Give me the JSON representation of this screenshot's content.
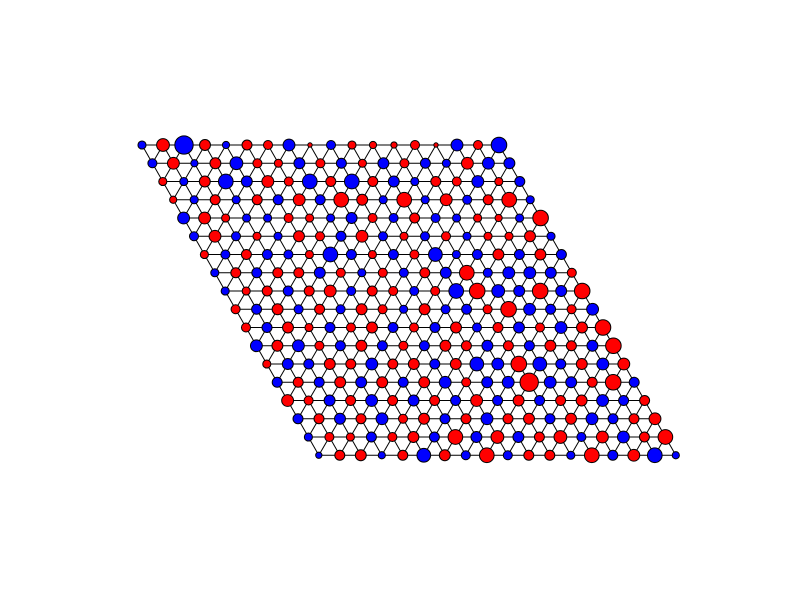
{
  "colors": {
    "background": "#ffffff",
    "positive": "#ff0000",
    "negative": "#0000ff",
    "bond": "#000000"
  },
  "lattice": {
    "kind": "triangular",
    "rows": 18,
    "cols": 18,
    "max_amplitude": 1.0,
    "amplitudes": [
      [
        -0.2,
        0.45,
        -0.75,
        0.35,
        -0.15,
        0.3,
        0.25,
        -0.4,
        0.0,
        -0.25,
        0.2,
        0.15,
        0.1,
        0.25,
        0.0,
        -0.4,
        0.25,
        -0.6
      ],
      [
        -0.25,
        0.4,
        -0.15,
        0.35,
        -0.45,
        0.25,
        0.2,
        -0.35,
        0.25,
        -0.3,
        0.2,
        -0.35,
        0.25,
        -0.3,
        -0.2,
        0.4,
        -0.4,
        -0.35
      ],
      [
        0.2,
        -0.2,
        0.35,
        -0.55,
        -0.35,
        0.4,
        0.25,
        -0.55,
        0.3,
        -0.55,
        0.3,
        -0.35,
        -0.2,
        0.3,
        0.25,
        -0.4,
        0.2,
        -0.3
      ],
      [
        0.15,
        -0.2,
        0.3,
        -0.2,
        0.3,
        -0.3,
        0.4,
        -0.3,
        0.55,
        0.35,
        -0.2,
        0.55,
        -0.2,
        0.4,
        -0.25,
        0.3,
        0.55,
        -0.2
      ],
      [
        -0.4,
        0.4,
        0.2,
        -0.2,
        -0.2,
        0.25,
        0.2,
        -0.2,
        -0.35,
        0.25,
        -0.25,
        0.3,
        -0.25,
        -0.2,
        0.2,
        0.15,
        -0.2,
        0.6
      ],
      [
        -0.25,
        0.4,
        -0.25,
        0.2,
        -0.2,
        0.35,
        0.25,
        -0.3,
        0.4,
        -0.25,
        0.2,
        -0.25,
        0.25,
        -0.2,
        0.2,
        0.2,
        0.35,
        -0.2
      ],
      [
        0.2,
        -0.25,
        0.3,
        -0.3,
        -0.25,
        0.2,
        -0.55,
        -0.3,
        0.2,
        -0.3,
        0.25,
        -0.5,
        -0.2,
        -0.3,
        0.35,
        -0.3,
        0.35,
        -0.3
      ],
      [
        -0.2,
        0.3,
        -0.3,
        0.3,
        0.3,
        -0.35,
        0.25,
        -0.2,
        0.25,
        -0.25,
        0.3,
        -0.35,
        0.55,
        -0.25,
        -0.4,
        -0.4,
        -0.35,
        0.25
      ],
      [
        -0.2,
        0.2,
        0.3,
        -0.3,
        0.3,
        0.4,
        -0.25,
        0.3,
        0.25,
        -0.25,
        0.25,
        -0.55,
        0.6,
        -0.45,
        -0.35,
        0.6,
        -0.35,
        0.6
      ],
      [
        0.25,
        -0.3,
        0.35,
        -0.25,
        0.3,
        -0.25,
        0.35,
        0.25,
        -0.2,
        0.35,
        -0.25,
        -0.3,
        0.25,
        0.6,
        -0.4,
        -0.3,
        0.25,
        -0.4
      ],
      [
        0.25,
        -0.3,
        0.35,
        0.2,
        -0.3,
        0.25,
        0.35,
        -0.3,
        0.25,
        -0.3,
        0.35,
        -0.25,
        0.3,
        -0.35,
        0.25,
        -0.4,
        0.35,
        0.6
      ],
      [
        -0.4,
        0.35,
        -0.4,
        0.25,
        -0.3,
        0.35,
        -0.3,
        0.25,
        -0.3,
        0.35,
        0.3,
        -0.35,
        0.3,
        -0.3,
        0.35,
        0.3,
        -0.35,
        0.6
      ],
      [
        0.2,
        -0.35,
        -0.3,
        0.35,
        0.3,
        -0.4,
        0.3,
        0.35,
        -0.3,
        0.35,
        -0.5,
        -0.4,
        0.6,
        -0.5,
        -0.3,
        0.35,
        -0.4,
        0.4
      ],
      [
        -0.3,
        0.3,
        -0.3,
        0.35,
        -0.35,
        0.35,
        -0.3,
        0.35,
        -0.4,
        0.25,
        -0.35,
        -0.4,
        0.75,
        -0.4,
        -0.35,
        0.3,
        0.6,
        -0.3
      ],
      [
        0.4,
        0.25,
        -0.35,
        0.3,
        -0.4,
        0.3,
        -0.35,
        0.3,
        -0.3,
        0.4,
        -0.3,
        0.35,
        -0.3,
        0.3,
        0.35,
        -0.4,
        -0.3,
        0.3
      ],
      [
        -0.3,
        0.3,
        -0.35,
        0.3,
        -0.4,
        0.25,
        0.35,
        -0.3,
        0.3,
        -0.4,
        0.3,
        0.35,
        -0.3,
        0.35,
        -0.4,
        -0.3,
        0.3,
        0.4
      ],
      [
        -0.2,
        0.25,
        0.2,
        -0.3,
        0.25,
        0.35,
        -0.3,
        0.55,
        -0.35,
        0.45,
        -0.35,
        0.3,
        0.45,
        -0.25,
        0.4,
        -0.4,
        0.3,
        0.55
      ],
      [
        -0.1,
        0.3,
        0.35,
        -0.15,
        0.3,
        -0.5,
        0.35,
        -0.25,
        0.55,
        -0.25,
        0.3,
        0.3,
        -0.2,
        0.55,
        -0.3,
        0.4,
        -0.55,
        -0.15
      ]
    ]
  }
}
